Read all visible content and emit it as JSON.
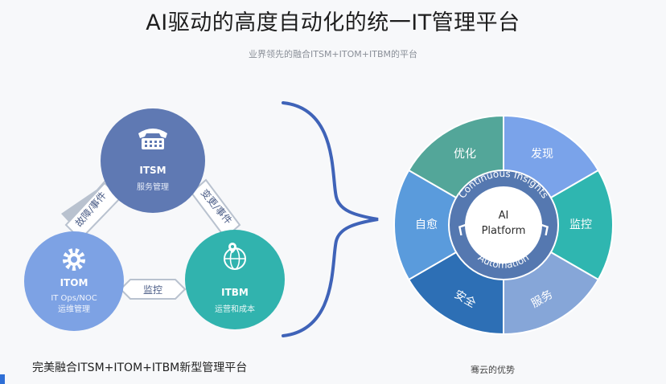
{
  "header": {
    "title": "AI驱动的高度自动化的统一IT管理平台",
    "subtitle": "业界领先的融合ITSM+ITOM+ITBM的平台"
  },
  "left_diagram": {
    "nodes": [
      {
        "id": "itsm",
        "name": "ITSM",
        "desc": "服务管理",
        "icon": "telephone-icon",
        "color": "#5f79b3"
      },
      {
        "id": "itom",
        "name": "ITOM",
        "desc_line1": "IT Ops/NOC",
        "desc_line2": "运维管理",
        "icon": "gear-icon",
        "color": "#7da2e4"
      },
      {
        "id": "itbm",
        "name": "ITBM",
        "desc": "运营和成本",
        "icon": "globe-location-icon",
        "color": "#31b3ae"
      }
    ],
    "links": {
      "itsm_itom": "故障/事件",
      "itsm_itbm": "变更/事件",
      "itom_itbm": "监控"
    },
    "caption": "完美融合ITSM+ITOM+ITBM新型管理平台"
  },
  "right_diagram": {
    "center_line1": "AI",
    "center_line2": "Platform",
    "ring_top": "Continuous Insights",
    "ring_bottom": "Automation",
    "segments": [
      {
        "label": "发现",
        "color": "#7aa3ea"
      },
      {
        "label": "监控",
        "color": "#2fb6b0"
      },
      {
        "label": "服务",
        "color": "#86a6d8"
      },
      {
        "label": "安全",
        "color": "#2d6fb5"
      },
      {
        "label": "自愈",
        "color": "#5a9bdc"
      },
      {
        "label": "优化",
        "color": "#53a699"
      }
    ],
    "caption": "骞云的优势"
  },
  "colors": {
    "brace": "#3f63b8",
    "ring": "#5578b0",
    "arrow": "#b9c2cf"
  }
}
